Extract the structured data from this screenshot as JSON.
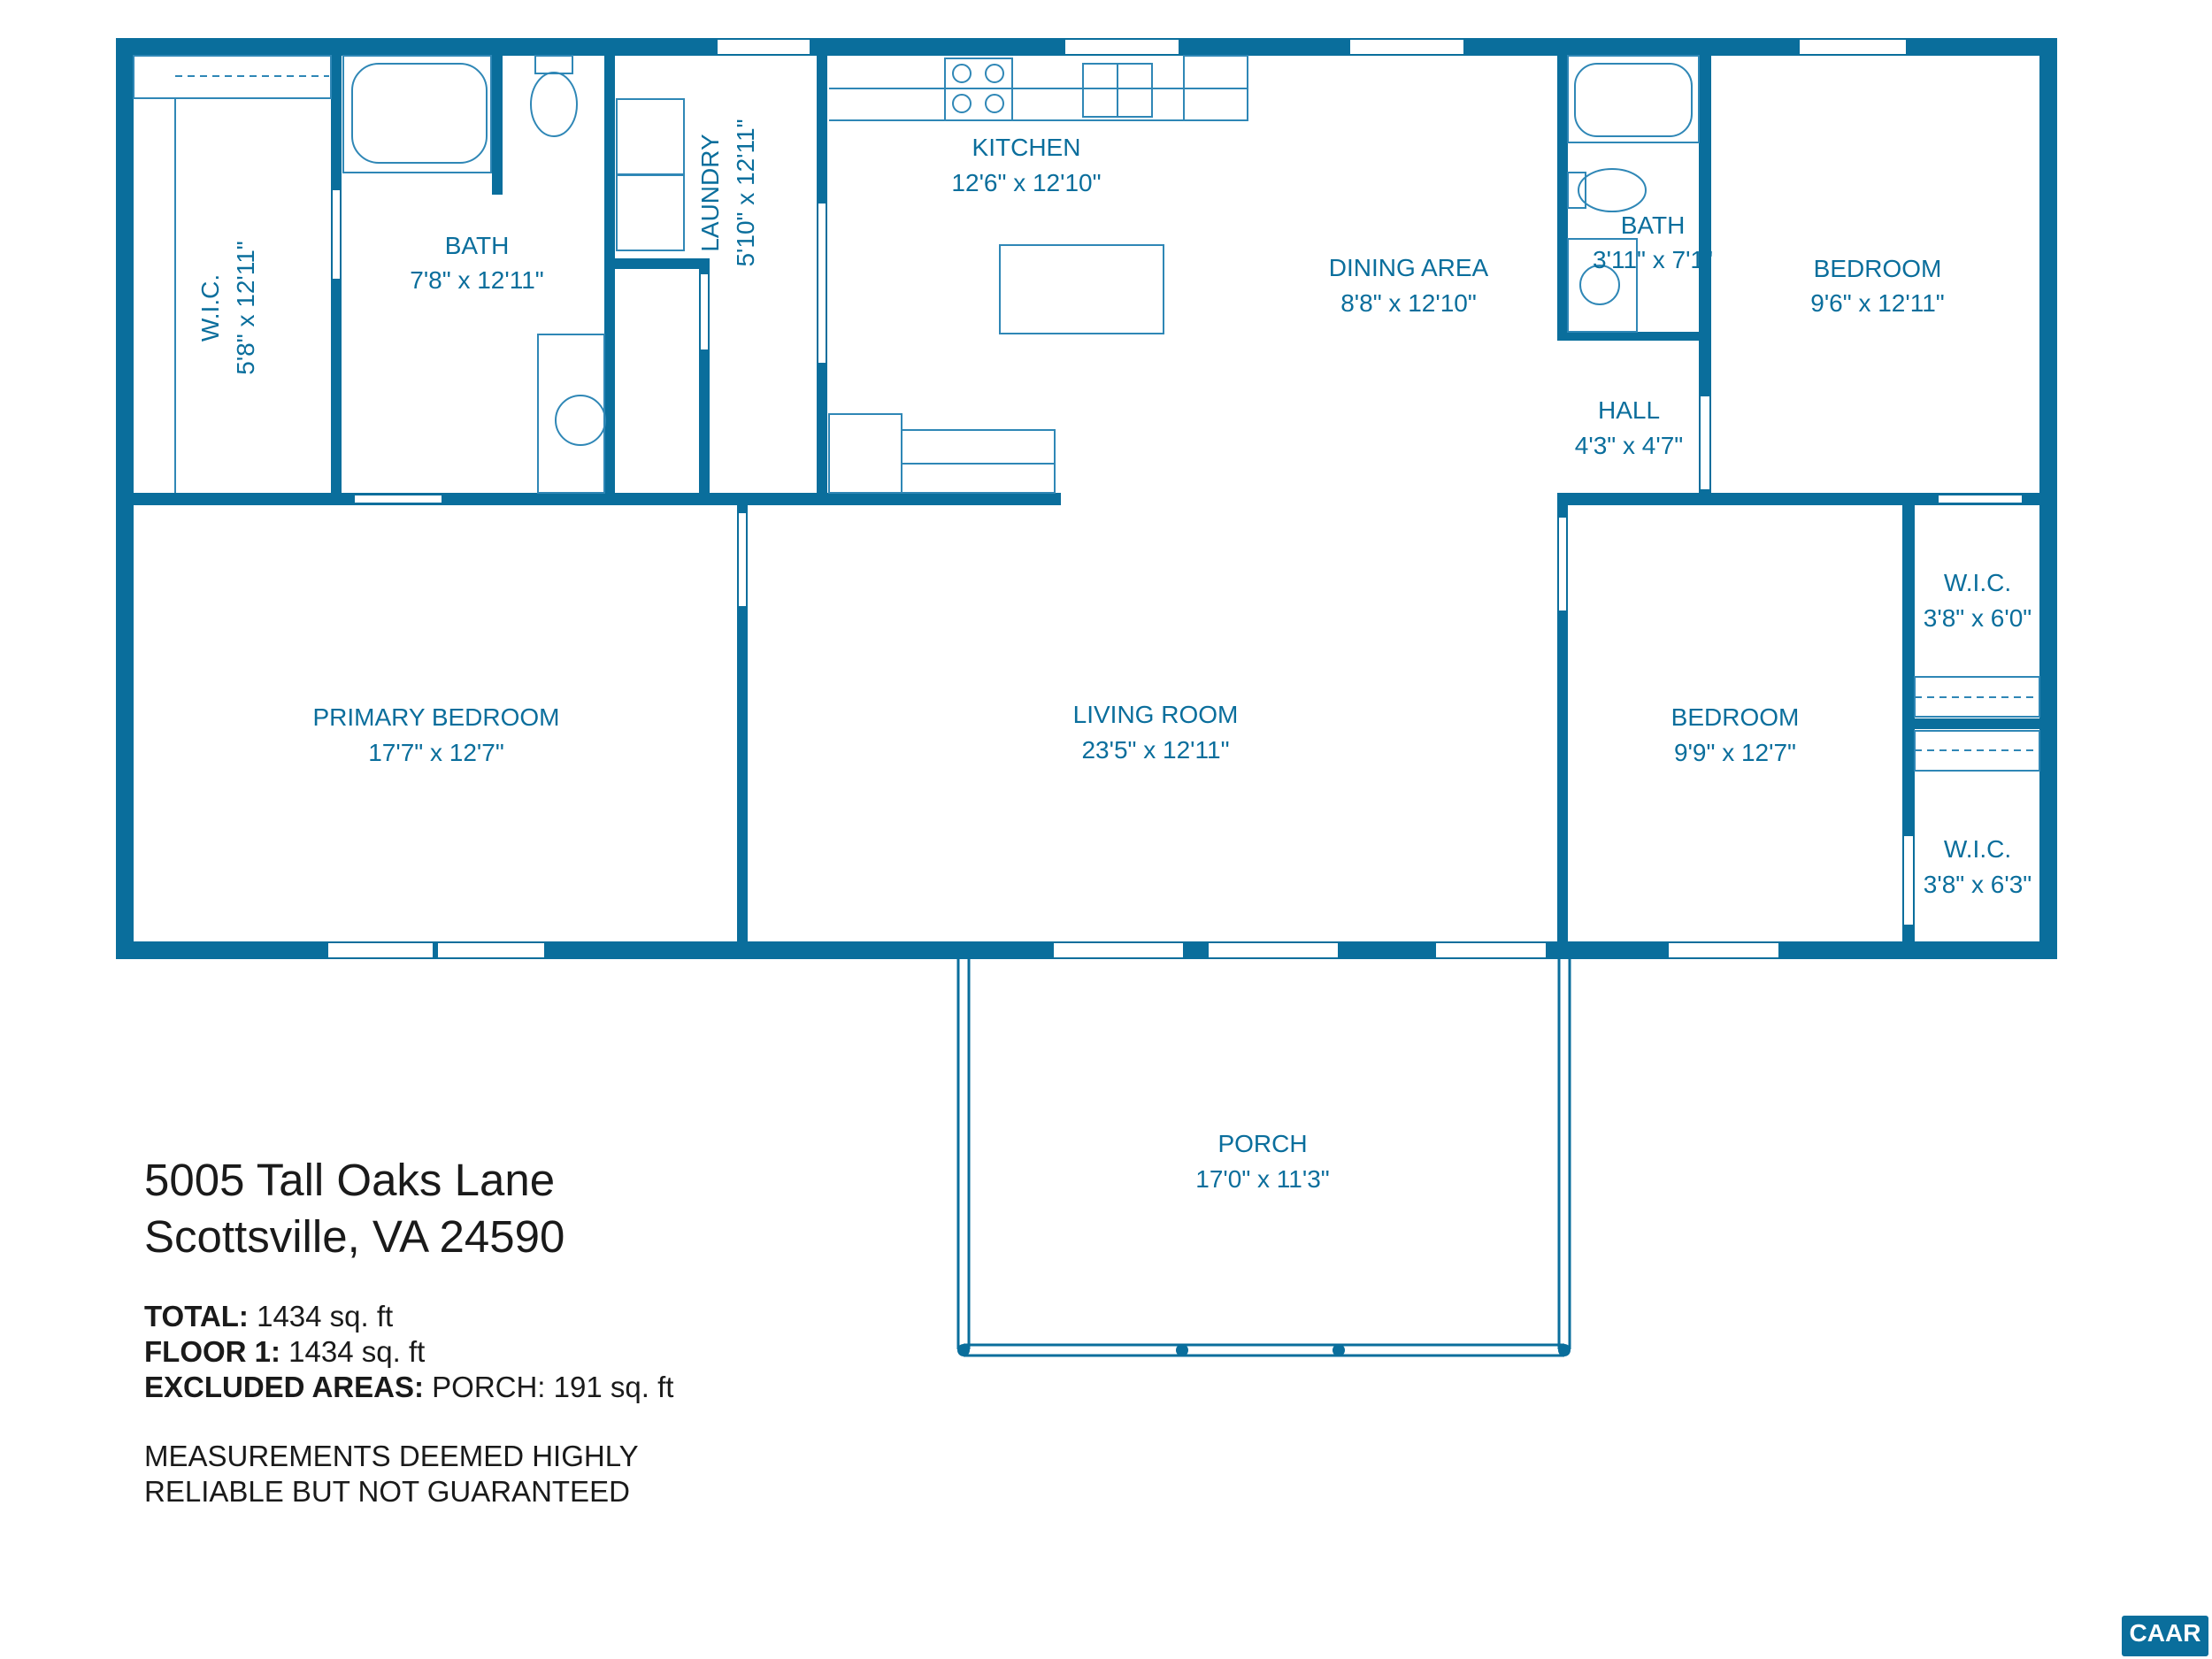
{
  "colors": {
    "wall": "#0a6e9c",
    "fixture": "#2f87b6",
    "text": "#0a6e9c",
    "info_text": "#1a1a1a"
  },
  "rooms": {
    "wic_left": {
      "name": "W.I.C.",
      "dim": "5'8\" x 12'11\""
    },
    "bath_primary": {
      "name": "BATH",
      "dim": "7'8\" x 12'11\""
    },
    "laundry": {
      "name": "LAUNDRY",
      "dim": "5'10\" x 12'11\""
    },
    "kitchen": {
      "name": "KITCHEN",
      "dim": "12'6\" x 12'10\""
    },
    "dining": {
      "name": "DINING AREA",
      "dim": "8'8\" x 12'10\""
    },
    "bath_hall": {
      "name": "BATH",
      "dim": "3'11\" x 7'1\""
    },
    "hall": {
      "name": "HALL",
      "dim": "4'3\" x 4'7\""
    },
    "bedroom_ne": {
      "name": "BEDROOM",
      "dim": "9'6\" x 12'11\""
    },
    "primary": {
      "name": "PRIMARY BEDROOM",
      "dim": "17'7\" x 12'7\""
    },
    "living": {
      "name": "LIVING ROOM",
      "dim": "23'5\" x 12'11\""
    },
    "bedroom_se": {
      "name": "BEDROOM",
      "dim": "9'9\" x 12'7\""
    },
    "wic_ne": {
      "name": "W.I.C.",
      "dim": "3'8\" x 6'0\""
    },
    "wic_se": {
      "name": "W.I.C.",
      "dim": "3'8\" x 6'3\""
    },
    "porch": {
      "name": "PORCH",
      "dim": "17'0\" x 11'3\""
    }
  },
  "address": {
    "line1": "5005 Tall Oaks Lane",
    "line2": "Scottsville, VA 24590"
  },
  "stats": [
    {
      "label": "TOTAL:",
      "value": " 1434 sq. ft"
    },
    {
      "label": "FLOOR 1:",
      "value": " 1434 sq. ft"
    },
    {
      "label": "EXCLUDED AREAS:",
      "value": " PORCH: 191 sq. ft"
    }
  ],
  "disclaimer": {
    "line1": "MEASUREMENTS DEEMED HIGHLY",
    "line2": "RELIABLE BUT NOT GUARANTEED"
  },
  "logo": {
    "text": "CAAR"
  }
}
